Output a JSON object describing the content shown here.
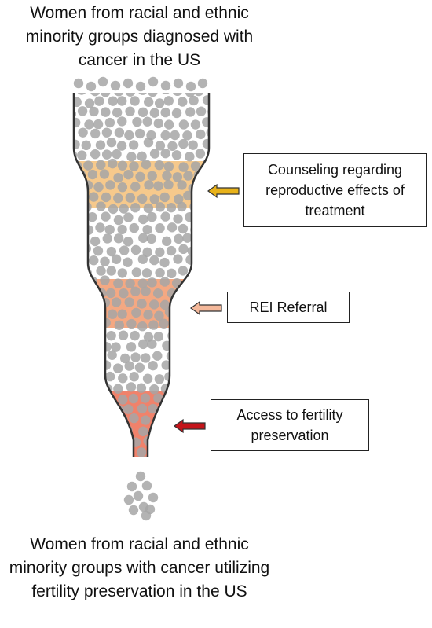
{
  "top_title": "Women from racial and ethnic minority groups diagnosed with cancer in the US",
  "bottom_title": "Women from racial and ethnic minority groups with cancer utilizing fertility preservation in the US",
  "stages": [
    {
      "label": "Counseling regarding reproductive effects of treatment",
      "color": "#f6c98c",
      "arrow_color": "#e8b21a"
    },
    {
      "label": "REI Referral",
      "color": "#f4a882",
      "arrow_color": "#f4b89a"
    },
    {
      "label": "Access to fertility preservation",
      "color": "#f0826b",
      "arrow_color": "#c4141a"
    }
  ],
  "colors": {
    "dot": "#a6a6a6",
    "outline": "#333333"
  }
}
